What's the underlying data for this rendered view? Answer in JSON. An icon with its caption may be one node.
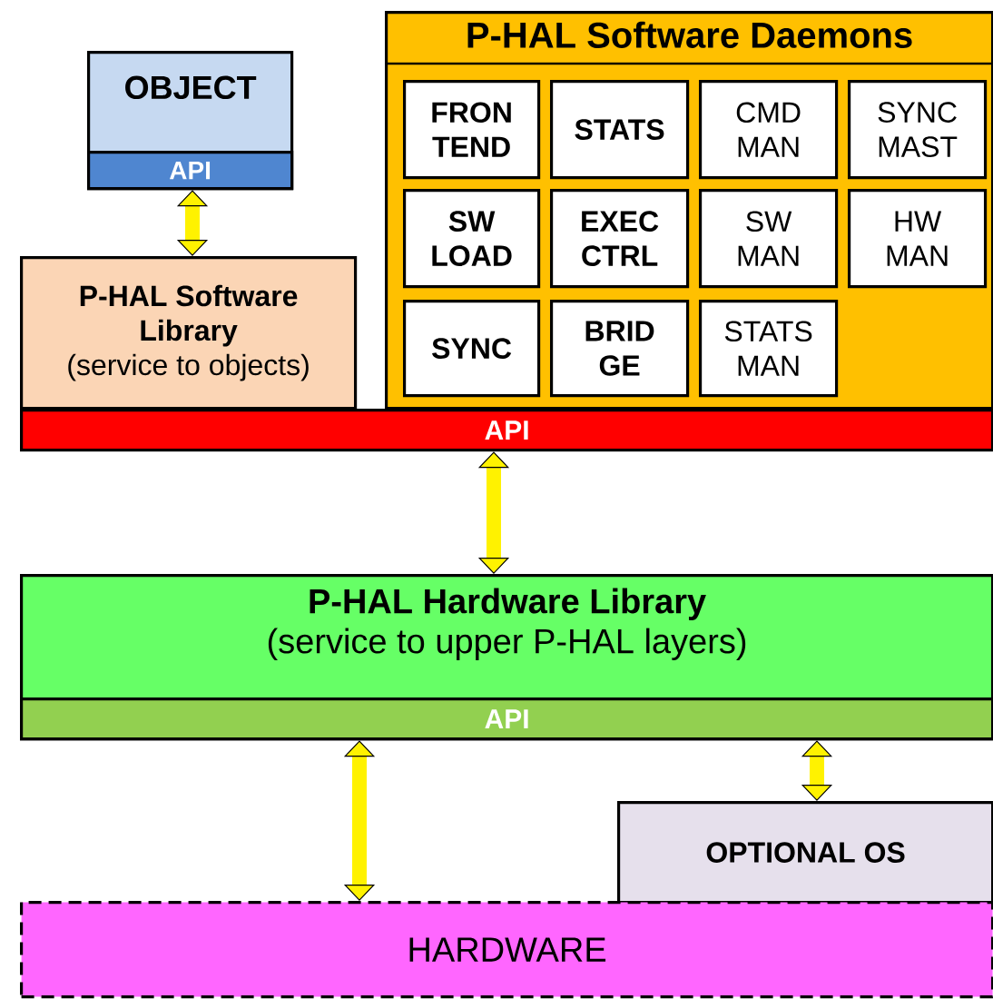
{
  "diagram": {
    "nodes": [
      {
        "text": [
          "OBJECT"
        ]
      },
      {
        "text": [
          "API"
        ],
        "in": 0
      },
      {
        "text": [
          "P-HAL Software Library",
          "(service to objects)"
        ]
      },
      {
        "text": [
          "P-HAL Software Daemons"
        ]
      },
      {
        "text": [
          "FRON TEND"
        ],
        "in": 3
      },
      {
        "text": [
          "STATS"
        ],
        "in": 3
      },
      {
        "text": [
          "CMD MAN"
        ],
        "in": 3
      },
      {
        "text": [
          "SYNC MAST"
        ],
        "in": 3
      },
      {
        "text": [
          "SW LOAD"
        ],
        "in": 3
      },
      {
        "text": [
          "EXEC CTRL"
        ],
        "in": 3
      },
      {
        "text": [
          "SW MAN"
        ],
        "in": 3
      },
      {
        "text": [
          "HW MAN"
        ],
        "in": 3
      },
      {
        "text": [
          "SYNC"
        ],
        "in": 3
      },
      {
        "text": [
          "BRID GE"
        ],
        "in": 3
      },
      {
        "text": [
          "STATS MAN"
        ],
        "in": 3
      },
      {
        "text": [
          "API"
        ]
      },
      {
        "text": [
          "P-HAL Hardware Library",
          "(service to upper P-HAL layers)"
        ]
      },
      {
        "text": [
          "API"
        ],
        "in": 16
      },
      {
        "text": [
          "OPTIONAL OS"
        ]
      },
      {
        "text": [
          "HARDWARE"
        ]
      }
    ],
    "edges": [
      {
        "from": 1,
        "to": 2,
        "arrow": "both"
      },
      {
        "from": 15,
        "to": 16,
        "arrow": "both"
      },
      {
        "from": 17,
        "to": 19,
        "arrow": "both"
      },
      {
        "from": 17,
        "to": 18,
        "arrow": "both"
      }
    ]
  }
}
